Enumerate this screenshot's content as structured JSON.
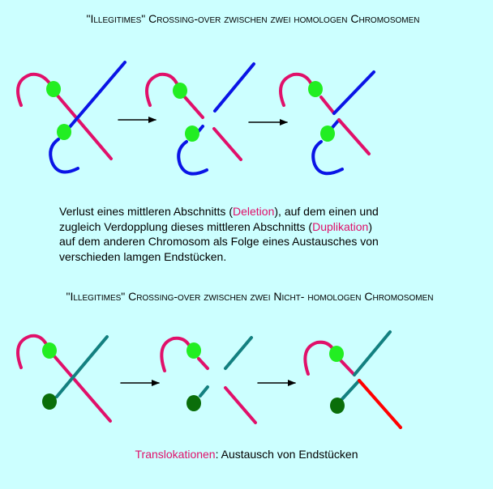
{
  "title_homolog": "\"Illegitimes\" Crossing-over zwischen zwei homologen Chromosomen",
  "title_nonhomolog": "\"Illegitimes\" Crossing-over zwischen zwei Nicht- homologen Chromosomen",
  "paragraph": {
    "l1a": "Verlust eines mittleren Abschnitts (",
    "l1b": "Deletion",
    "l1c": "), auf dem einen und",
    "l2a": "zugleich Verdopplung dieses mittleren Abschnitts (",
    "l2b": "Duplikation",
    "l2c": ")",
    "l3": "auf dem anderen Chromosom als Folge eines Austausches von",
    "l4": "verschieden lamgen Endstücken."
  },
  "bottom": {
    "term": "Translokationen",
    "rest": ": Austausch von Endstücken"
  },
  "colors": {
    "background": "#ccffff",
    "pink_chromosome": "#e0106a",
    "blue_chromosome": "#0a14e6",
    "teal_chromosome": "#138080",
    "red_segment": "#ff0000",
    "centromere_light": "#22ee22",
    "centromere_dark": "#0a6e0a",
    "highlight_text": "#e0106a"
  }
}
